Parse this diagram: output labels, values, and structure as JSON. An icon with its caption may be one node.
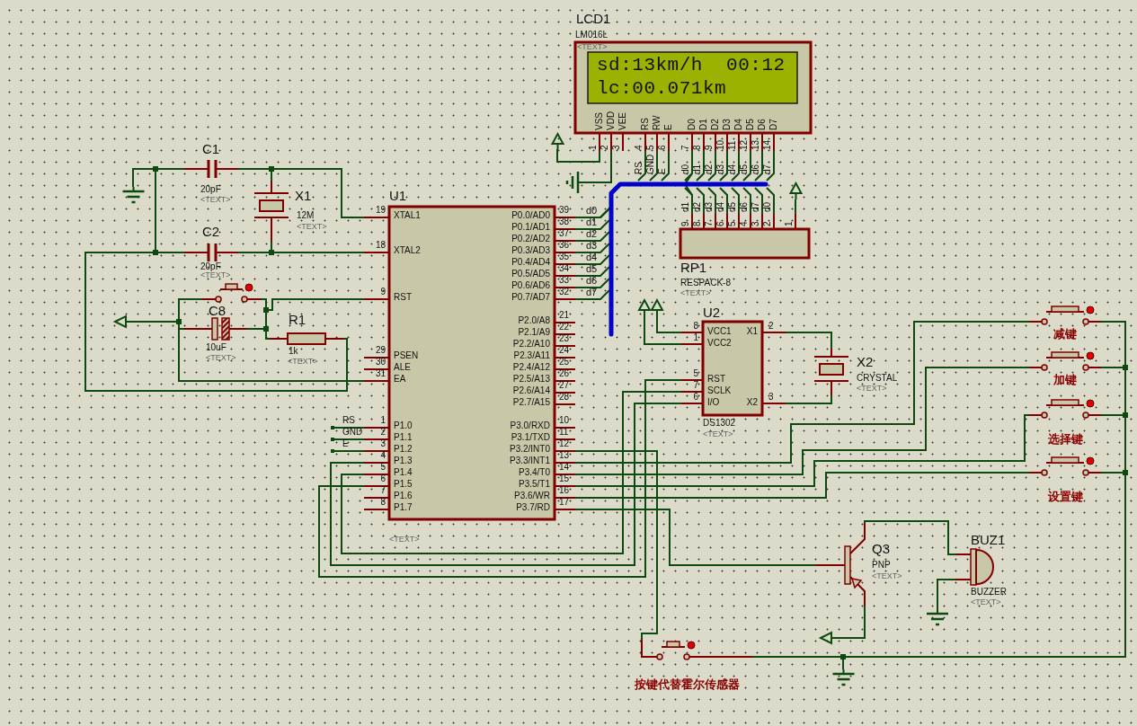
{
  "diagram": {
    "nodes": [
      {
        "text": [
          "LCD1",
          "LM016L",
          "<TEXT>",
          "sd:13km/h  00:12",
          "lc:00.071km",
          "VSS",
          "VDD",
          "VEE",
          "RS",
          "RW",
          "E",
          "D0",
          "D1",
          "D2",
          "D3",
          "D4",
          "D5",
          "D6",
          "D7",
          "1",
          "2",
          "3",
          "4",
          "5",
          "6",
          "7",
          "8",
          "9",
          "10",
          "11",
          "12",
          "13",
          "14"
        ]
      },
      {
        "text": [],
        "shape": "triangle"
      },
      {
        "text": [],
        "shape": "ground"
      },
      {
        "text": [
          "C1",
          "20pF",
          "<TEXT>"
        ]
      },
      {
        "text": [],
        "shape": "ground"
      },
      {
        "text": [
          "X1",
          "12M",
          "<TEXT>"
        ]
      },
      {
        "text": [
          "C2",
          "20pF",
          "<TEXT>"
        ]
      },
      {
        "text": [
          "U1",
          "XTAL1",
          "XTAL2",
          "RST",
          "PSEN",
          "ALE",
          "EA",
          "P1.0",
          "P1.1",
          "P1.2",
          "P1.3",
          "P1.4",
          "P1.5",
          "P1.6",
          "P1.7",
          "P0.0/AD0",
          "P0.1/AD1",
          "P0.2/AD2",
          "P0.3/AD3",
          "P0.4/AD4",
          "P0.5/AD5",
          "P0.6/AD6",
          "P0.7/AD7",
          "P2.0/A8",
          "P2.1/A9",
          "P2.2/A10",
          "P2.3/A11",
          "P2.4/A12",
          "P2.5/A13",
          "P2.6/A14",
          "P2.7/A15",
          "P3.0/RXD",
          "P3.1/TXD",
          "P3.2/INT0",
          "P3.3/INT1",
          "P3.4/T0",
          "P3.5/T1",
          "P3.6/WR",
          "P3.7/RD",
          "19",
          "18",
          "9",
          "29",
          "30",
          "31",
          "1",
          "2",
          "3",
          "4",
          "5",
          "6",
          "7",
          "8",
          "39",
          "38",
          "37",
          "36",
          "35",
          "34",
          "33",
          "32",
          "21",
          "22",
          "23",
          "24",
          "25",
          "26",
          "27",
          "28",
          "10",
          "11",
          "12",
          "13",
          "14",
          "15",
          "16",
          "17",
          "<TEXT>"
        ]
      },
      {
        "text": [
          "RP1",
          "RESPACK-8",
          "<TEXT>",
          "9",
          "8",
          "7",
          "6",
          "5",
          "4",
          "3",
          "2",
          "1"
        ]
      },
      {
        "text": [],
        "shape": "triangle"
      },
      {
        "text": [],
        "shape": "switch"
      },
      {
        "text": [],
        "shape": "triangle"
      },
      {
        "text": [
          "C8",
          "10uF",
          "<TEXT>"
        ]
      },
      {
        "text": [
          "R1",
          "1k",
          "<TEXT>"
        ]
      },
      {
        "text": [],
        "shape": "triangle"
      },
      {
        "text": [],
        "shape": "triangle"
      },
      {
        "text": [
          "U2",
          "VCC1",
          "VCC2",
          "RST",
          "SCLK",
          "I/O",
          "X1",
          "X2",
          "8",
          "1",
          "5",
          "7",
          "6",
          "2",
          "3",
          "DS1302",
          "<TEXT>"
        ]
      },
      {
        "text": [
          "X2",
          "CRYSTAL",
          "<TEXT>"
        ]
      },
      {
        "text": [
          "减键"
        ]
      },
      {
        "text": [
          "加键"
        ]
      },
      {
        "text": [
          "选择键"
        ]
      },
      {
        "text": [
          "设置键"
        ]
      },
      {
        "text": [
          "Q3",
          "PNP",
          "<TEXT>"
        ]
      },
      {
        "text": [
          "BUZ1",
          "BUZZER",
          "<TEXT>"
        ]
      },
      {
        "text": [],
        "shape": "ground"
      },
      {
        "text": [],
        "shape": "triangle"
      },
      {
        "text": [
          "按键代替霍尔传感器"
        ]
      },
      {
        "text": [],
        "shape": "ground"
      }
    ],
    "edges": [
      {
        "from": 0,
        "to": 1,
        "arrow": "none"
      },
      {
        "from": 0,
        "to": 2,
        "arrow": "none"
      },
      {
        "from": 3,
        "to": 4,
        "arrow": "none"
      },
      {
        "from": 3,
        "to": 7,
        "arrow": "none"
      },
      {
        "from": 5,
        "to": 3,
        "arrow": "none"
      },
      {
        "from": 6,
        "to": 4,
        "arrow": "none"
      },
      {
        "from": 6,
        "to": 7,
        "arrow": "none"
      },
      {
        "from": 5,
        "to": 6,
        "arrow": "none"
      },
      {
        "from": 13,
        "to": 6,
        "arrow": "none"
      },
      {
        "from": 10,
        "to": 11,
        "arrow": "none"
      },
      {
        "from": 12,
        "to": 11,
        "arrow": "none"
      },
      {
        "from": 7,
        "to": 11,
        "arrow": "none"
      },
      {
        "from": 10,
        "to": 7,
        "arrow": "none"
      },
      {
        "from": 12,
        "to": 7,
        "arrow": "none"
      },
      {
        "from": 13,
        "to": 7,
        "arrow": "none"
      },
      {
        "from": 7,
        "to": 0,
        "arrow": "none"
      },
      {
        "from": 7,
        "to": 8,
        "arrow": "none"
      },
      {
        "from": 8,
        "to": 9,
        "arrow": "none"
      },
      {
        "from": 14,
        "to": 16,
        "arrow": "none"
      },
      {
        "from": 15,
        "to": 16,
        "arrow": "none"
      },
      {
        "from": 16,
        "to": 17,
        "arrow": "none"
      },
      {
        "from": 16,
        "to": 17,
        "arrow": "none"
      },
      {
        "from": 7,
        "to": 16,
        "arrow": "none"
      },
      {
        "from": 7,
        "to": 16,
        "arrow": "none"
      },
      {
        "from": 7,
        "to": 16,
        "arrow": "none"
      },
      {
        "from": 7,
        "to": 18,
        "arrow": "none"
      },
      {
        "from": 7,
        "to": 19,
        "arrow": "none"
      },
      {
        "from": 7,
        "to": 20,
        "arrow": "none"
      },
      {
        "from": 7,
        "to": 21,
        "arrow": "none"
      },
      {
        "from": 7,
        "to": 22,
        "arrow": "none"
      },
      {
        "from": 7,
        "to": 26,
        "arrow": "none"
      },
      {
        "from": 18,
        "to": 27,
        "arrow": "none"
      },
      {
        "from": 19,
        "to": 27,
        "arrow": "none"
      },
      {
        "from": 20,
        "to": 27,
        "arrow": "none"
      },
      {
        "from": 21,
        "to": 27,
        "arrow": "none"
      },
      {
        "from": 26,
        "to": 27,
        "arrow": "none"
      },
      {
        "from": 22,
        "to": 23,
        "arrow": "none"
      },
      {
        "from": 22,
        "to": 25,
        "arrow": "none"
      },
      {
        "from": 23,
        "to": 24,
        "arrow": "none"
      }
    ],
    "labels": [
      "RS",
      "GND",
      "E",
      "d0",
      "d1",
      "d2",
      "d3",
      "d4",
      "d5",
      "d6",
      "d7",
      "d0",
      "d1",
      "d2",
      "d3",
      "d4",
      "d5",
      "d6",
      "d7",
      "d0",
      "d1",
      "d2",
      "d3",
      "d4",
      "d5",
      "d6",
      "d7",
      "RS",
      "GND",
      "E"
    ]
  }
}
